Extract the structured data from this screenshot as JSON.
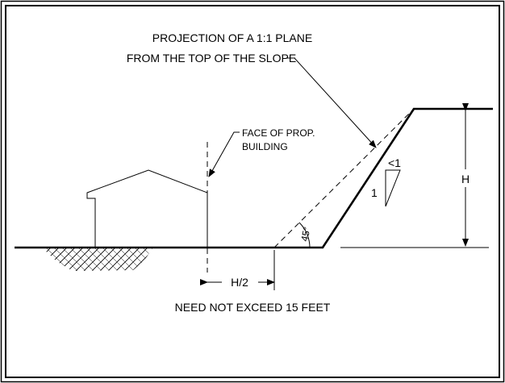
{
  "labels": {
    "projection_line1": "PROJECTION OF A 1:1 PLANE",
    "projection_line2": "FROM THE TOP OF THE SLOPE",
    "face_line1": "FACE OF PROP.",
    "face_line2": "BUILDING",
    "ratio_top": "<1",
    "ratio_side": "1",
    "height": "H",
    "angle": "45°",
    "half_height": "H/2",
    "note": "NEED NOT EXCEED 15 FEET"
  },
  "colors": {
    "line": "#000000",
    "background": "#ffffff"
  }
}
